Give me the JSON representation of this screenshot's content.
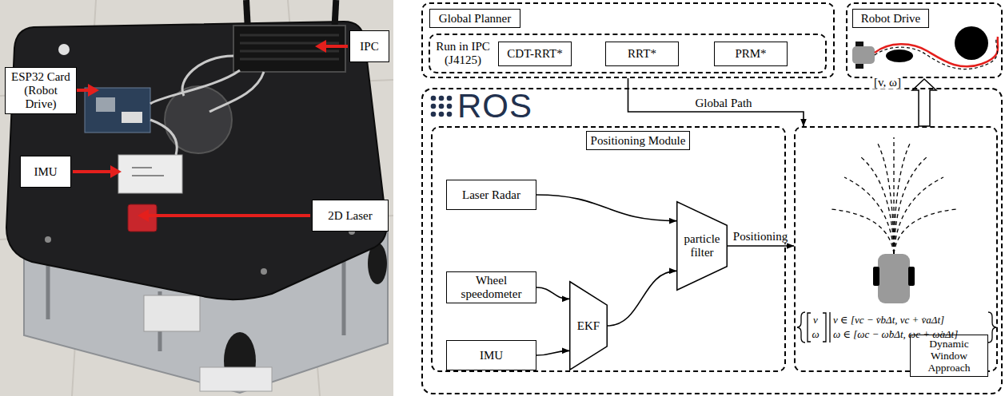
{
  "diagram": {
    "nodes": [
      {
        "text": [
          "ESP32 Card (Robot Drive)"
        ]
      },
      {
        "text": [
          "IPC"
        ]
      },
      {
        "text": [
          "IMU"
        ]
      },
      {
        "text": [
          "2D Laser"
        ]
      },
      {
        "text": [
          "Global Planner"
        ]
      },
      {
        "text": [
          "Run in IPC (J4125)"
        ],
        "in": 4
      },
      {
        "text": [
          "CDT-RRT*"
        ],
        "in": 5
      },
      {
        "text": [
          "RRT*"
        ],
        "in": 5
      },
      {
        "text": [
          "PRM*"
        ],
        "in": 5
      },
      {
        "text": [
          "Robot Drive"
        ]
      },
      {
        "text": [
          "ROS"
        ]
      },
      {
        "text": [
          "Positioning Module"
        ],
        "in": 10
      },
      {
        "text": [
          "Laser Radar"
        ],
        "in": 11
      },
      {
        "text": [
          "Wheel speedometer"
        ],
        "in": 11
      },
      {
        "text": [
          "IMU"
        ],
        "in": 11
      },
      {
        "text": [
          "EKF"
        ],
        "in": 11
      },
      {
        "text": [
          "particle filter"
        ],
        "in": 11
      },
      {
        "text": [
          "v",
          "ω",
          "v ∈ [vc − v̇bΔt, vc + v̇aΔt]",
          "ω ∈ [ωc − ω̇bΔt, ωc + ω̇aΔt]"
        ],
        "in": 10
      },
      {
        "text": [
          "Dynamic Window Approach"
        ],
        "in": 17
      }
    ],
    "edges": [
      {
        "from": 4,
        "to": 17,
        "label": "Global Path",
        "arrow": "to"
      },
      {
        "from": 12,
        "to": 16,
        "arrow": "to"
      },
      {
        "from": 13,
        "to": 15,
        "arrow": "to"
      },
      {
        "from": 14,
        "to": 15,
        "arrow": "to"
      },
      {
        "from": 15,
        "to": 16,
        "arrow": "to"
      },
      {
        "from": 16,
        "to": 17,
        "label": "Positioning",
        "arrow": "to"
      },
      {
        "from": 17,
        "to": 9,
        "label": "[v, ω]",
        "arrow": "to"
      }
    ]
  }
}
